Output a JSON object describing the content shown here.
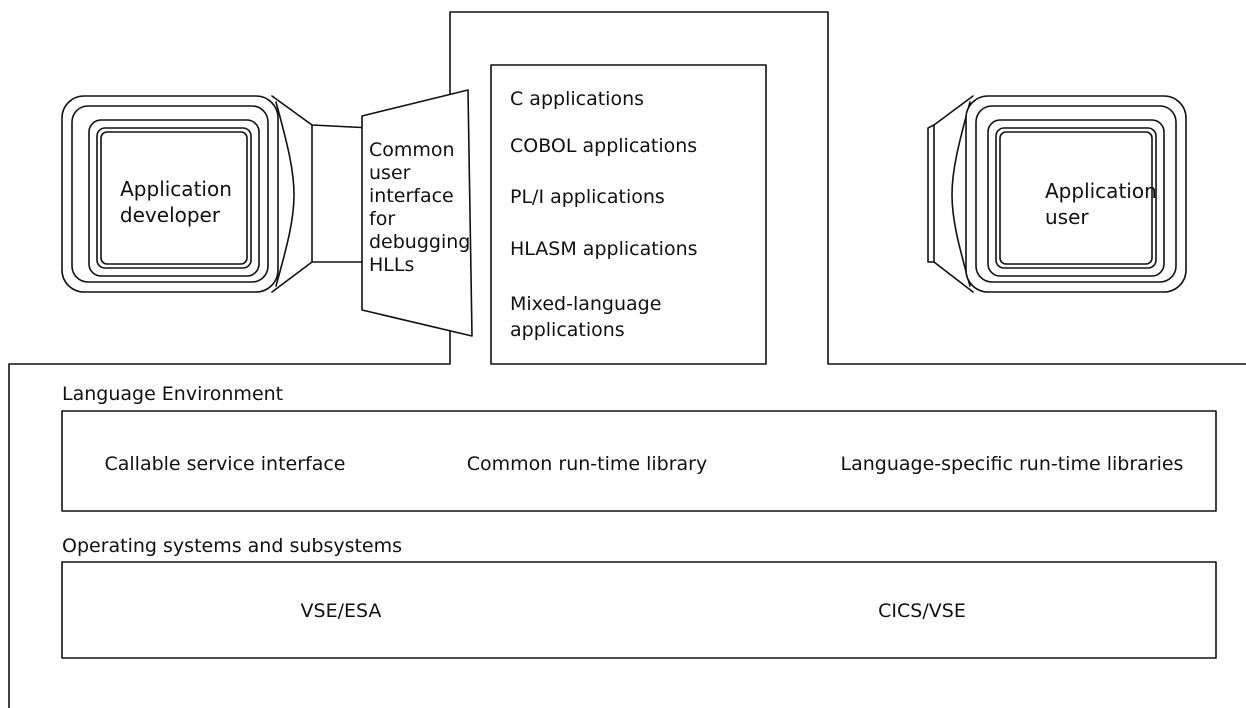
{
  "monitors": {
    "left_label": [
      "Application",
      "developer"
    ],
    "right_label": [
      "Application",
      "user"
    ]
  },
  "debug_interface": {
    "lines": [
      "Common",
      "user",
      "interface",
      "for",
      "debugging",
      "HLLs"
    ]
  },
  "applications": {
    "items": [
      "C applications",
      "COBOL applications",
      "PL/I applications",
      "HLASM applications"
    ],
    "mixed": [
      "Mixed-language",
      "applications"
    ]
  },
  "language_environment": {
    "title": "Language Environment",
    "items": [
      "Callable service interface",
      "Common run-time library",
      "Language-specific run-time libraries"
    ]
  },
  "operating_systems": {
    "title": "Operating systems and subsystems",
    "items": [
      "VSE/ESA",
      "CICS/VSE"
    ]
  }
}
